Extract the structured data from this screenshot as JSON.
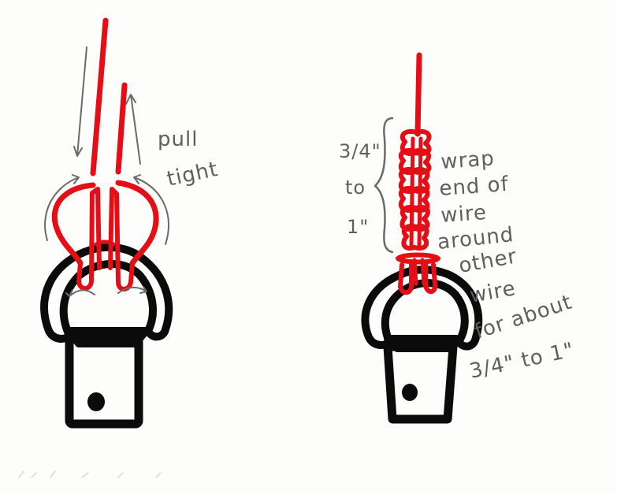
{
  "diagram": {
    "left": {
      "label_line1": "pull",
      "label_line2": "tight"
    },
    "right": {
      "measure_line1": "3/4\"",
      "measure_line2": "to",
      "measure_line3": "1\"",
      "instruction_line1": "wrap",
      "instruction_line2": "end of",
      "instruction_line3": "wire",
      "instruction_line4": "around",
      "instruction_line5": "other",
      "instruction_line6": "wire",
      "instruction_line7": "for about",
      "instruction_line8": "3/4\" to 1\""
    }
  },
  "colors": {
    "wire": "#e50e16",
    "finding": "#0b0b0b",
    "pencil": "#6a6a6a",
    "paper": "#fdfdfc"
  }
}
